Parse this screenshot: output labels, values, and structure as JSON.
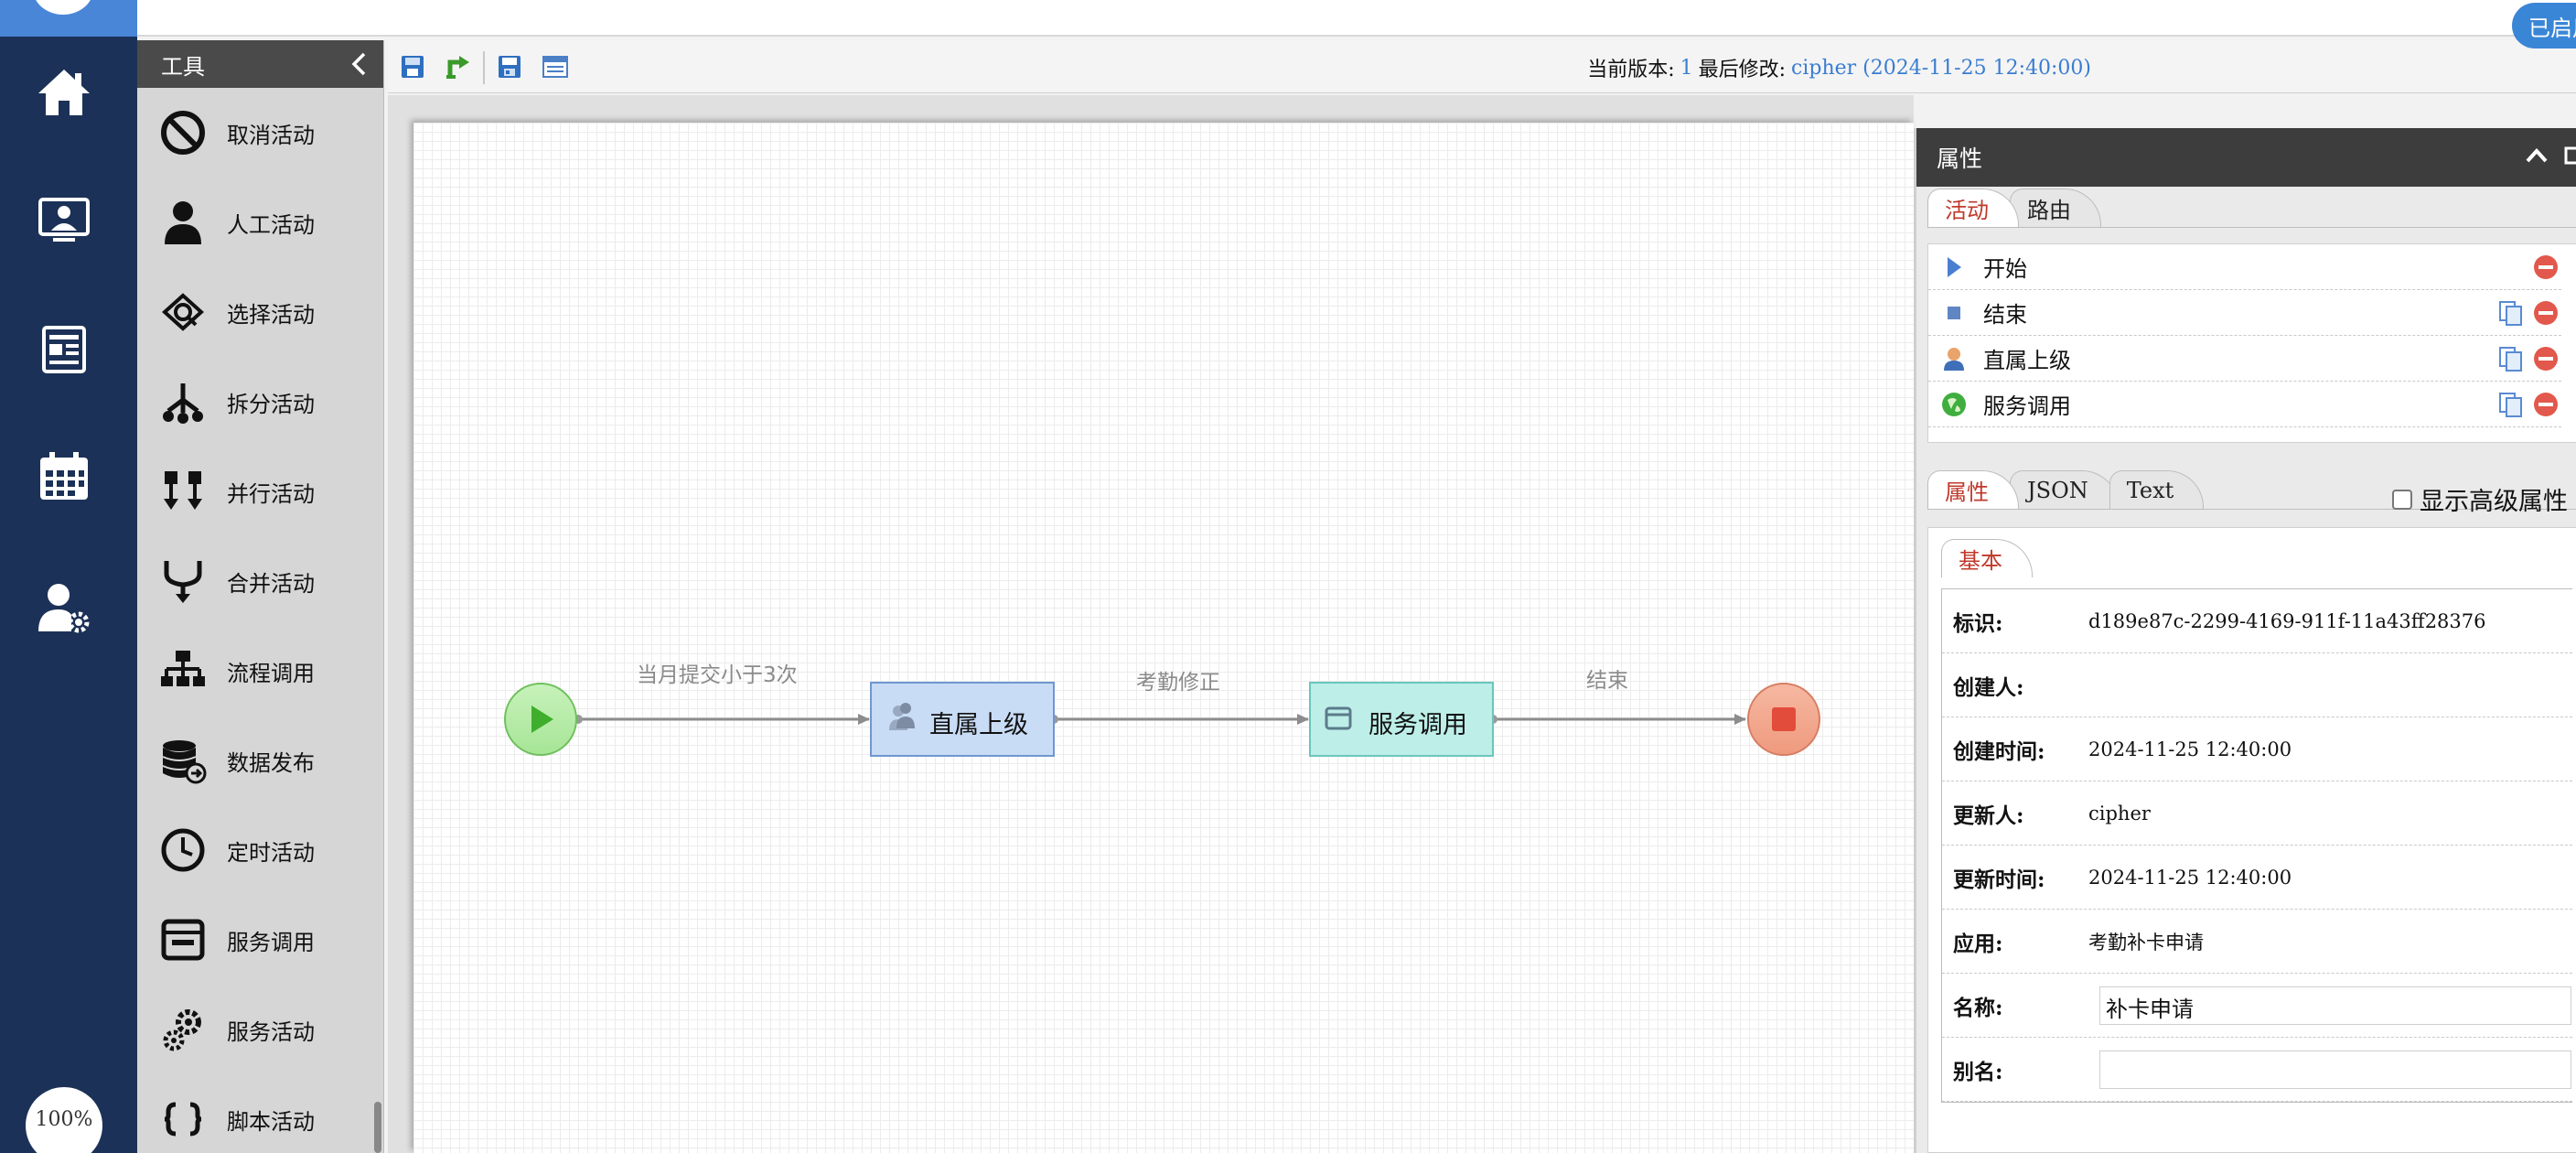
{
  "nav": {
    "zoom": "100%",
    "items": [
      {
        "icon": "home-icon"
      },
      {
        "icon": "monitor-user-icon"
      },
      {
        "icon": "news-icon"
      },
      {
        "icon": "calendar-icon"
      },
      {
        "icon": "user-settings-icon"
      }
    ]
  },
  "palette": {
    "title": "工具",
    "tools": [
      {
        "label": "取消活动",
        "icon": "cancel-icon"
      },
      {
        "label": "人工活动",
        "icon": "person-icon"
      },
      {
        "label": "选择活动",
        "icon": "choice-icon"
      },
      {
        "label": "拆分活动",
        "icon": "split-icon"
      },
      {
        "label": "并行活动",
        "icon": "parallel-icon"
      },
      {
        "label": "合并活动",
        "icon": "merge-icon"
      },
      {
        "label": "流程调用",
        "icon": "sitemap-icon"
      },
      {
        "label": "数据发布",
        "icon": "database-icon"
      },
      {
        "label": "定时活动",
        "icon": "clock-icon"
      },
      {
        "label": "服务调用",
        "icon": "window-icon"
      },
      {
        "label": "服务活动",
        "icon": "gears-icon"
      },
      {
        "label": "脚本活动",
        "icon": "script-icon"
      }
    ]
  },
  "toolbar": {
    "version_label": "当前版本:",
    "version": "1",
    "modified_label": "最后修改:",
    "modified_by": "cipher (2024-11-25 12:40:00)",
    "enabled_label": "已启用"
  },
  "flow": {
    "nodes": {
      "supervisor": "直属上级",
      "service": "服务调用"
    },
    "edges": {
      "e1": "当月提交小于3次",
      "e2": "考勤修正",
      "e3": "结束"
    }
  },
  "props": {
    "title": "属性",
    "tabs_top": [
      "活动",
      "路由"
    ],
    "activities": [
      {
        "name": "开始",
        "icon": "play-triangle-icon",
        "copy": false
      },
      {
        "name": "结束",
        "icon": "stop-square-icon",
        "copy": true
      },
      {
        "name": "直属上级",
        "icon": "user-icon",
        "copy": true
      },
      {
        "name": "服务调用",
        "icon": "globe-icon",
        "copy": true
      }
    ],
    "tabs_mid": [
      "属性",
      "JSON",
      "Text"
    ],
    "show_advanced": "显示高级属性",
    "basic_tab": "基本",
    "fields": {
      "id_label": "标识:",
      "id_value": "d189e87c-2299-4169-911f-11a43ff28376",
      "creator_label": "创建人:",
      "creator_value": "",
      "created_label": "创建时间:",
      "created_value": "2024-11-25 12:40:00",
      "updater_label": "更新人:",
      "updater_value": "cipher",
      "updated_label": "更新时间:",
      "updated_value": "2024-11-25 12:40:00",
      "app_label": "应用:",
      "app_value": "考勤补卡申请",
      "name_label": "名称:",
      "name_value": "补卡申请",
      "alias_label": "别名:",
      "alias_value": ""
    }
  }
}
